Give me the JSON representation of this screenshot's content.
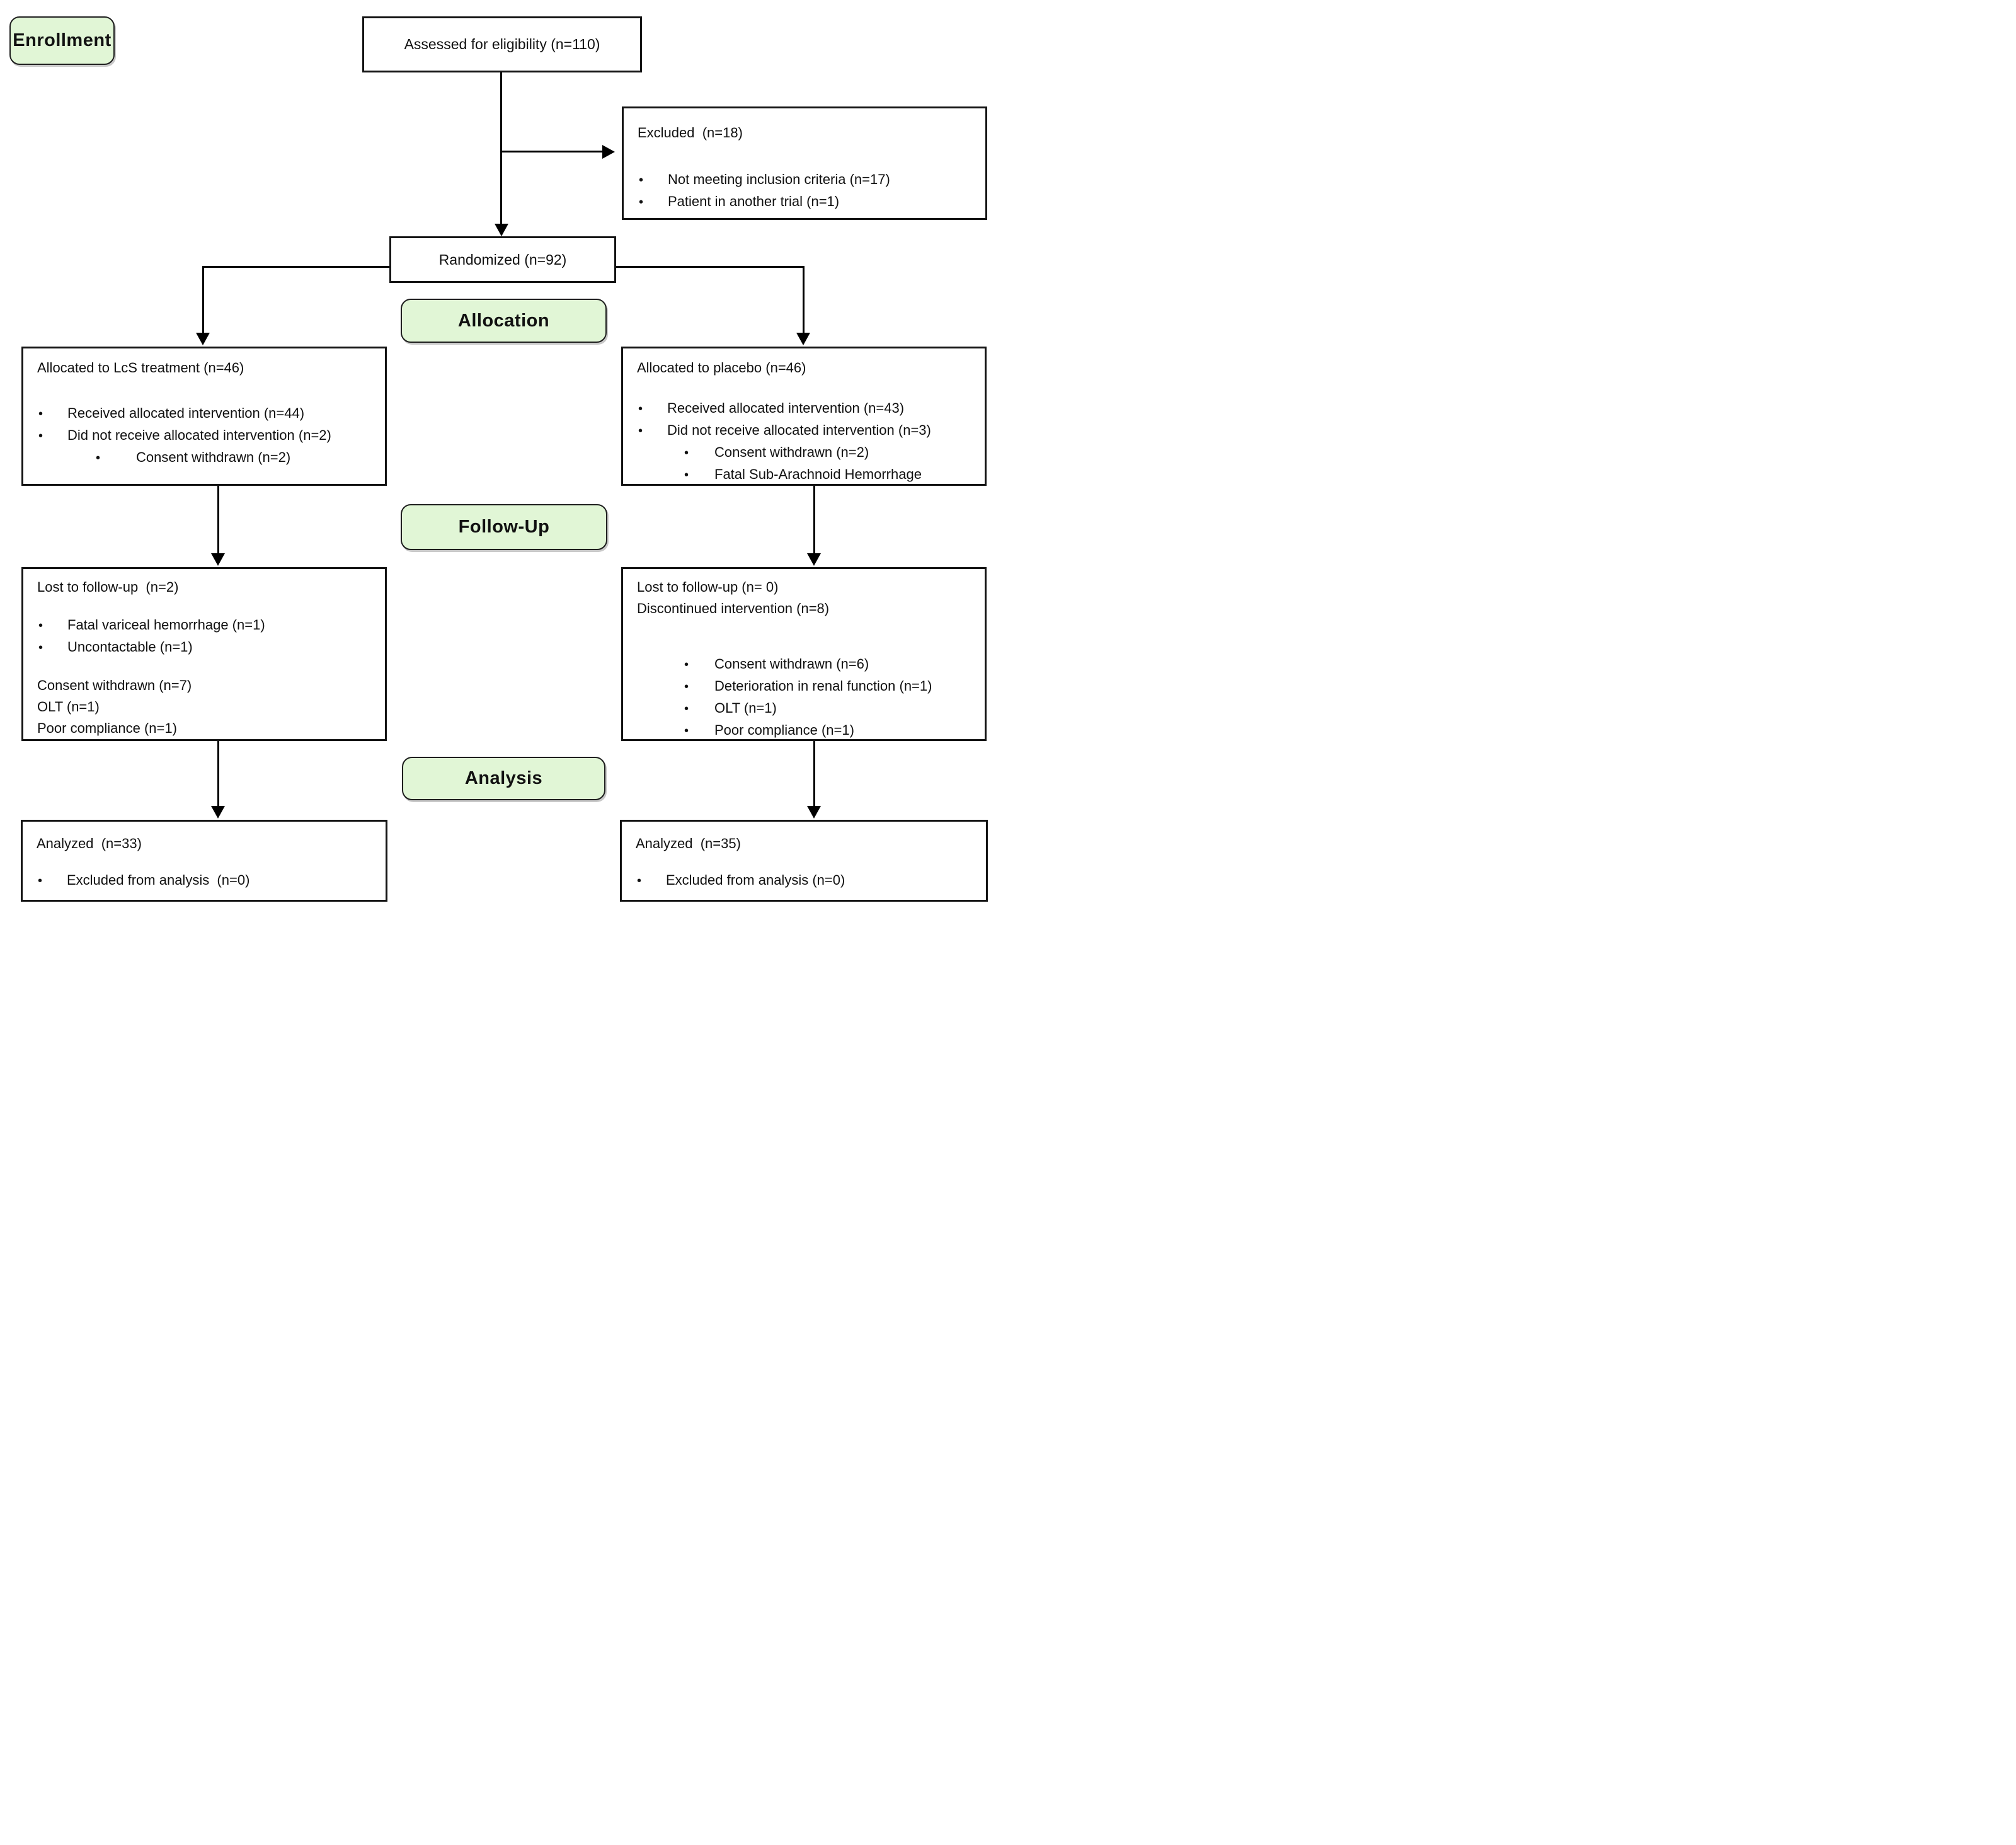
{
  "diagram": {
    "type": "consort-flow",
    "bullet_glyph": "•",
    "colors": {
      "stage_fill": "#e1f6d6",
      "stage_border": "#1f1f1f",
      "box_border": "#141414",
      "arrow": "#000000",
      "text": "#111111",
      "background": "#ffffff"
    },
    "stages": {
      "enrollment": "Enrollment",
      "allocation": "Allocation",
      "followup": "Follow-Up",
      "analysis": "Analysis"
    },
    "boxes": {
      "assessed": {
        "text": "Assessed for eligibility (n=110)"
      },
      "randomized": {
        "text": "Randomized (n=92)"
      },
      "excluded": {
        "lines": [
          {
            "type": "title",
            "text": "Excluded  (n=18)"
          },
          {
            "type": "spacer"
          },
          {
            "type": "bullet-1",
            "text": "Not meeting inclusion criteria (n=17)"
          },
          {
            "type": "bullet-1",
            "text": "Patient in another trial (n=1)"
          }
        ]
      },
      "alloc_left": {
        "lines": [
          {
            "type": "title",
            "text": "Allocated to LcS treatment (n=46)"
          },
          {
            "type": "spacer"
          },
          {
            "type": "bullet-1",
            "text": "Received allocated intervention (n=44)"
          },
          {
            "type": "bullet-1",
            "text": "Did not receive allocated intervention (n=2)"
          },
          {
            "type": "bullet-2",
            "text": "Consent withdrawn (n=2)"
          }
        ]
      },
      "alloc_right": {
        "lines": [
          {
            "type": "title",
            "text": "Allocated to placebo (n=46)"
          },
          {
            "type": "spacer"
          },
          {
            "type": "bullet-1",
            "text": "Received allocated intervention (n=43)"
          },
          {
            "type": "bullet-1",
            "text": "Did not receive allocated intervention (n=3)"
          },
          {
            "type": "bullet-2",
            "text": "Consent withdrawn (n=2)"
          },
          {
            "type": "bullet-2",
            "text": "Fatal Sub-Arachnoid Hemorrhage"
          }
        ]
      },
      "followup_left": {
        "lines": [
          {
            "type": "title",
            "text": "Lost to follow-up  (n=2)"
          },
          {
            "type": "spacer"
          },
          {
            "type": "bullet-1",
            "text": "Fatal variceal hemorrhage (n=1)"
          },
          {
            "type": "bullet-1",
            "text": "Uncontactable (n=1)"
          },
          {
            "type": "spacer"
          },
          {
            "type": "plain",
            "text": "Consent withdrawn (n=7)"
          },
          {
            "type": "plain",
            "text": "OLT (n=1)"
          },
          {
            "type": "plain",
            "text": "Poor compliance (n=1)"
          }
        ]
      },
      "followup_right": {
        "lines": [
          {
            "type": "title",
            "text": "Lost to follow-up (n= 0)"
          },
          {
            "type": "title",
            "text": "Discontinued intervention (n=8)"
          },
          {
            "type": "spacer"
          },
          {
            "type": "bullet-2",
            "text": "Consent withdrawn (n=6)"
          },
          {
            "type": "bullet-2",
            "text": "Deterioration in renal function (n=1)"
          },
          {
            "type": "bullet-2",
            "text": "OLT (n=1)"
          },
          {
            "type": "bullet-2",
            "text": "Poor compliance (n=1)"
          }
        ]
      },
      "analyzed_left": {
        "lines": [
          {
            "type": "title",
            "text": "Analyzed  (n=33)"
          },
          {
            "type": "spacer"
          },
          {
            "type": "bullet-1",
            "text": "Excluded from analysis  (n=0)"
          }
        ]
      },
      "analyzed_right": {
        "lines": [
          {
            "type": "title",
            "text": "Analyzed  (n=35)"
          },
          {
            "type": "spacer"
          },
          {
            "type": "bullet-1",
            "text": "Excluded from analysis (n=0)"
          }
        ]
      }
    }
  }
}
